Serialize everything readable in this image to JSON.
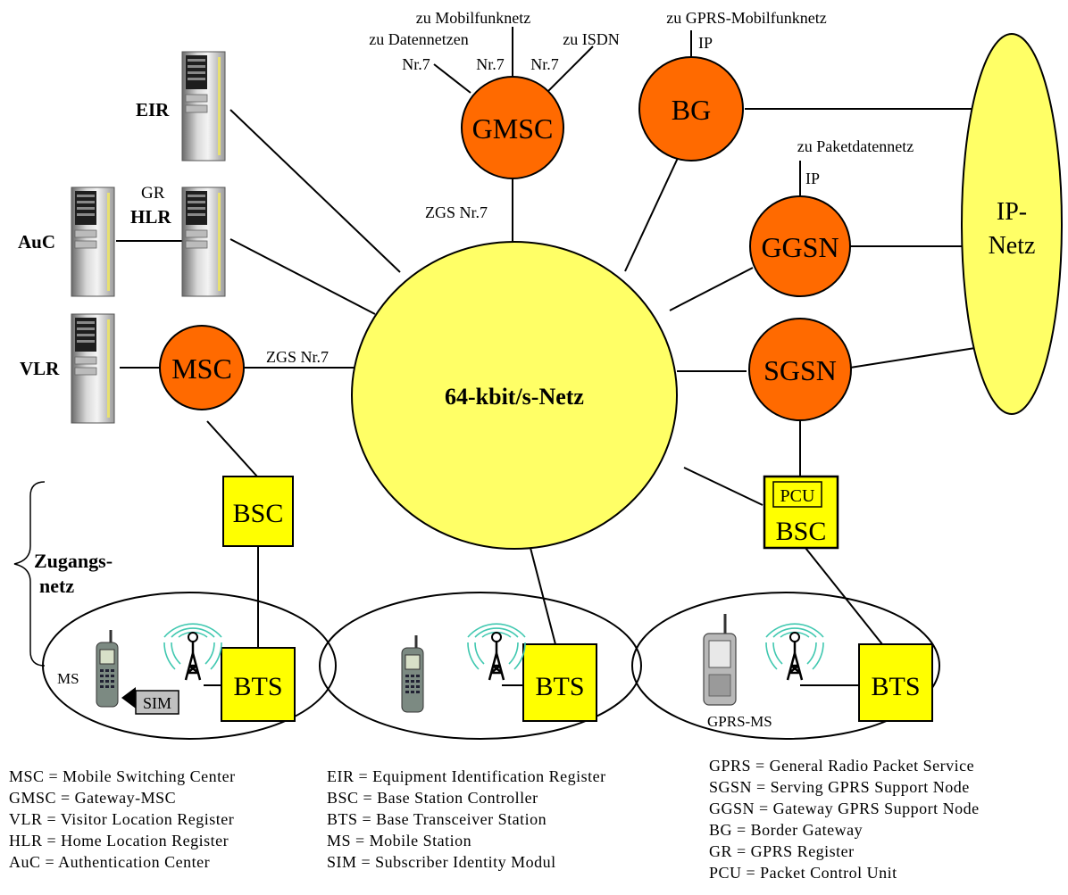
{
  "colors": {
    "node_fill": "#ff6a00",
    "net_fill": "#ffff66",
    "box_fill": "#ffff00",
    "line": "#000000",
    "radio": "#40c8b0",
    "sim_fill": "#c0c0c0"
  },
  "labels": {
    "core_network": "64-kbit/s-Netz",
    "ip_network_line1": "IP-",
    "ip_network_line2": "Netz",
    "gmsc": "GMSC",
    "bg": "BG",
    "ggsn": "GGSN",
    "sgsn": "SGSN",
    "msc": "MSC",
    "bsc_left": "BSC",
    "bsc_right": "BSC",
    "pcu": "PCU",
    "bts1": "BTS",
    "bts2": "BTS",
    "bts3": "BTS",
    "eir": "EIR",
    "gr": "GR",
    "hlr": "HLR",
    "auc": "AuC",
    "vlr": "VLR",
    "ms": "MS",
    "sim": "SIM",
    "gprs_ms": "GPRS-MS",
    "access_network_line1": "Zugangs-",
    "access_network_line2": "netz",
    "to_mobile_network": "zu Mobilfunknetz",
    "to_data_networks": "zu Datennetzen",
    "to_isdn": "zu ISDN",
    "nr7_a": "Nr.7",
    "nr7_b": "Nr.7",
    "nr7_c": "Nr.7",
    "to_gprs_mobile_network": "zu GPRS-Mobilfunknetz",
    "ip_bg": "IP",
    "to_packet_data_network": "zu Paketdatennetz",
    "ip_ggsn": "IP",
    "zgs_gmsc": "ZGS Nr.7",
    "zgs_msc": "ZGS Nr.7"
  },
  "legend": {
    "col1": [
      "MSC = Mobile Switching Center",
      "GMSC = Gateway-MSC",
      "VLR = Visitor Location Register",
      "HLR = Home Location Register",
      "AuC = Authentication Center"
    ],
    "col2": [
      "EIR = Equipment Identification Register",
      "BSC = Base Station Controller",
      "BTS = Base Transceiver Station",
      "MS = Mobile Station",
      "SIM = Subscriber Identity Modul"
    ],
    "col3": [
      "GPRS = General Radio Packet Service",
      "SGSN = Serving GPRS Support Node",
      "GGSN = Gateway GPRS  Support Node",
      "BG = Border Gateway",
      "GR = GPRS Register",
      "PCU = Packet Control Unit"
    ]
  }
}
